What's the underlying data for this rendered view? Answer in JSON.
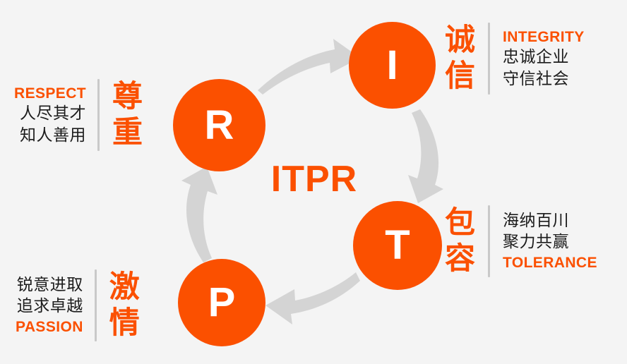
{
  "diagram": {
    "title": "ITPR",
    "background_color": "#f4f4f4",
    "accent_color": "#fb5000",
    "arrow_color": "#d4d4d4",
    "center_label": "ITPR",
    "nodes": [
      {
        "key": "r",
        "letter": "R",
        "name": "respect"
      },
      {
        "key": "i",
        "letter": "I",
        "name": "integrity"
      },
      {
        "key": "t",
        "letter": "T",
        "name": "tolerance"
      },
      {
        "key": "p",
        "letter": "P",
        "name": "passion"
      }
    ],
    "values": {
      "respect": {
        "en": "RESPECT",
        "cn_title": [
          "尊",
          "重"
        ],
        "lines": [
          "人尽其才",
          "知人善用"
        ]
      },
      "integrity": {
        "en": "INTEGRITY",
        "cn_title": [
          "诚",
          "信"
        ],
        "lines": [
          "忠诚企业",
          "守信社会"
        ]
      },
      "tolerance": {
        "en": "TOLERANCE",
        "cn_title": [
          "包",
          "容"
        ],
        "lines": [
          "海纳百川",
          "聚力共赢"
        ]
      },
      "passion": {
        "en": "PASSION",
        "cn_title": [
          "激",
          "情"
        ],
        "lines": [
          "锐意进取",
          "追求卓越"
        ]
      }
    },
    "arrows": [
      {
        "name": "arrow-r-to-i",
        "from": "R",
        "to": "I"
      },
      {
        "name": "arrow-i-to-t",
        "from": "I",
        "to": "T"
      },
      {
        "name": "arrow-t-to-p",
        "from": "T",
        "to": "P"
      },
      {
        "name": "arrow-p-to-r",
        "from": "P",
        "to": "R"
      }
    ]
  }
}
